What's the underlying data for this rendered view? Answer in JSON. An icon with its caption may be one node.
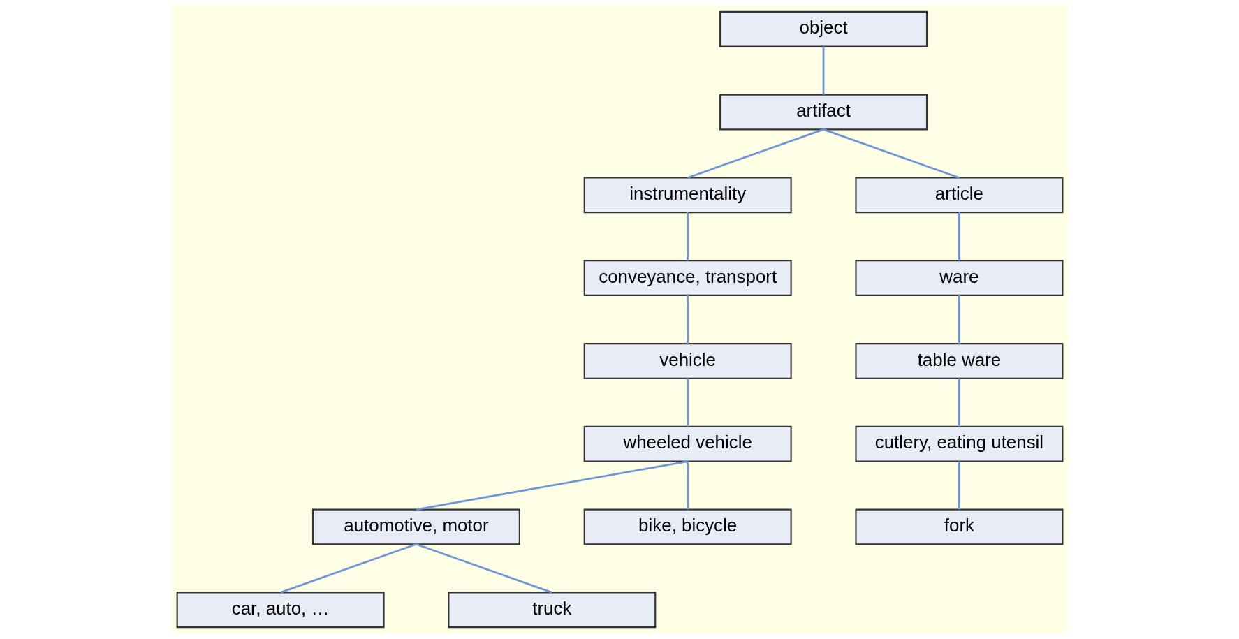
{
  "diagram": {
    "nodes": [
      {
        "text": [
          "object"
        ]
      },
      {
        "text": [
          "artifact"
        ]
      },
      {
        "text": [
          "instrumentality"
        ]
      },
      {
        "text": [
          "article"
        ]
      },
      {
        "text": [
          "conveyance, transport"
        ]
      },
      {
        "text": [
          "ware"
        ]
      },
      {
        "text": [
          "vehicle"
        ]
      },
      {
        "text": [
          "table ware"
        ]
      },
      {
        "text": [
          "wheeled vehicle"
        ]
      },
      {
        "text": [
          "cutlery, eating utensil"
        ]
      },
      {
        "text": [
          "automotive, motor"
        ]
      },
      {
        "text": [
          "bike, bicycle"
        ]
      },
      {
        "text": [
          "fork"
        ]
      },
      {
        "text": [
          "car, auto, …"
        ]
      },
      {
        "text": [
          "truck"
        ]
      }
    ],
    "edges": [
      {
        "from": 0,
        "to": 1,
        "arrow": "none"
      },
      {
        "from": 1,
        "to": 2,
        "arrow": "none"
      },
      {
        "from": 1,
        "to": 3,
        "arrow": "none"
      },
      {
        "from": 2,
        "to": 4,
        "arrow": "none"
      },
      {
        "from": 3,
        "to": 5,
        "arrow": "none"
      },
      {
        "from": 4,
        "to": 6,
        "arrow": "none"
      },
      {
        "from": 5,
        "to": 7,
        "arrow": "none"
      },
      {
        "from": 6,
        "to": 8,
        "arrow": "none"
      },
      {
        "from": 7,
        "to": 9,
        "arrow": "none"
      },
      {
        "from": 8,
        "to": 10,
        "arrow": "none"
      },
      {
        "from": 8,
        "to": 11,
        "arrow": "none"
      },
      {
        "from": 9,
        "to": 12,
        "arrow": "none"
      },
      {
        "from": 10,
        "to": 13,
        "arrow": "none"
      },
      {
        "from": 10,
        "to": 14,
        "arrow": "none"
      }
    ]
  }
}
